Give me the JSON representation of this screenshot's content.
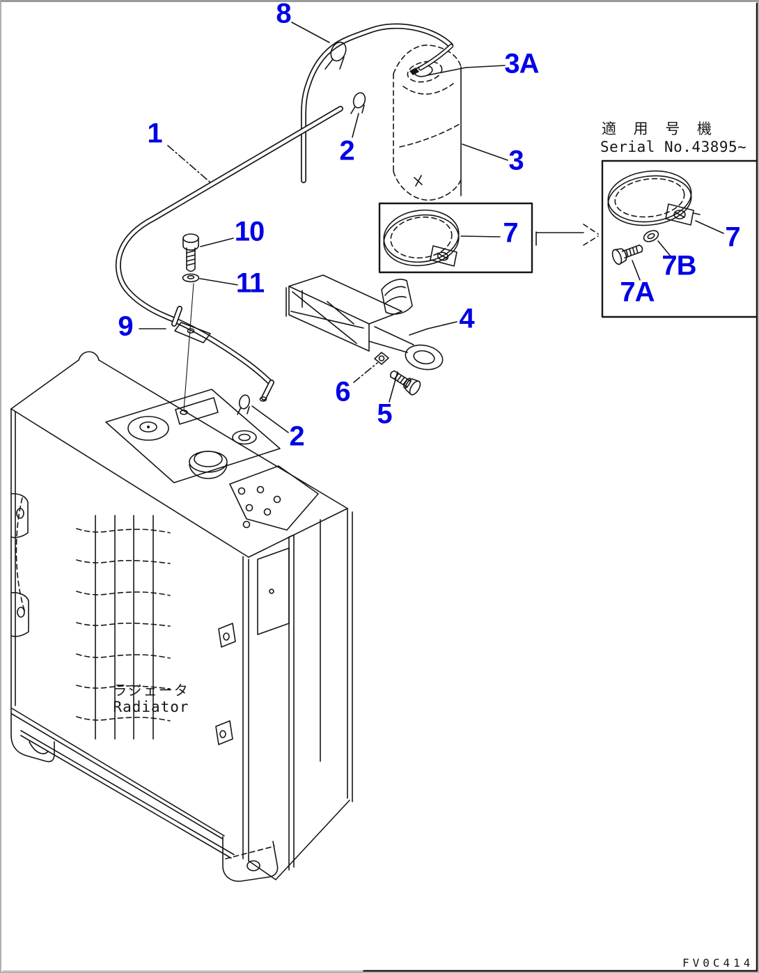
{
  "page": {
    "background": "#ffffff",
    "line_color": "#151515",
    "callout_color": "#0000e6",
    "drawing_code": "FV0C414"
  },
  "applicability": {
    "title_jp": "適 用 号 機",
    "serial": "Serial No.43895~"
  },
  "radiator": {
    "label_jp": "ラジェータ",
    "label_en": "Radiator"
  },
  "callouts": {
    "c1": "1",
    "c2_upper": "2",
    "c2_lower": "2",
    "c3": "3",
    "c3a": "3A",
    "c4": "4",
    "c5": "5",
    "c6": "6",
    "c7_box": "7",
    "c7_serial": "7",
    "c7a": "7A",
    "c7b": "7B",
    "c8": "8",
    "c9": "9",
    "c10": "10",
    "c11": "11"
  }
}
